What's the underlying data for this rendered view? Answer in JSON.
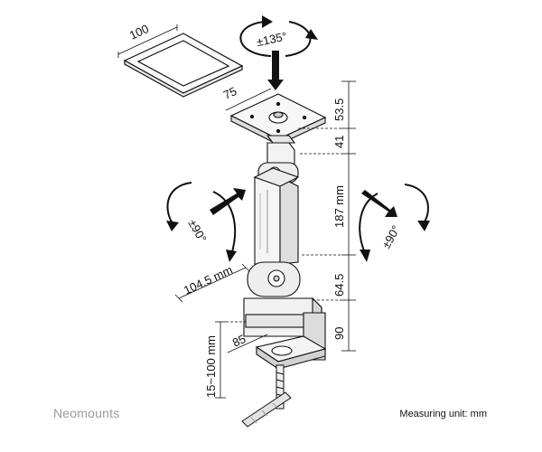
{
  "dimensions": {
    "vesa_large": "100",
    "vesa_small": "75",
    "height_top": "53.5",
    "height_joint": "41",
    "height_arm": "187 mm",
    "height_lower": "64.5",
    "height_base": "90",
    "arm_depth": "104.5 mm",
    "clamp_depth": "85",
    "clamp_range": "15~100 mm"
  },
  "rotations": {
    "swivel": "±135°",
    "tilt_left": "±90°",
    "tilt_right": "±90°"
  },
  "footer": {
    "brand": "Neomounts",
    "unit_note": "Measuring unit: mm"
  },
  "colors": {
    "line": "#111111",
    "body": "#f2f2f2",
    "shade": "#d9d9d9",
    "brand": "#9a9a9a"
  }
}
